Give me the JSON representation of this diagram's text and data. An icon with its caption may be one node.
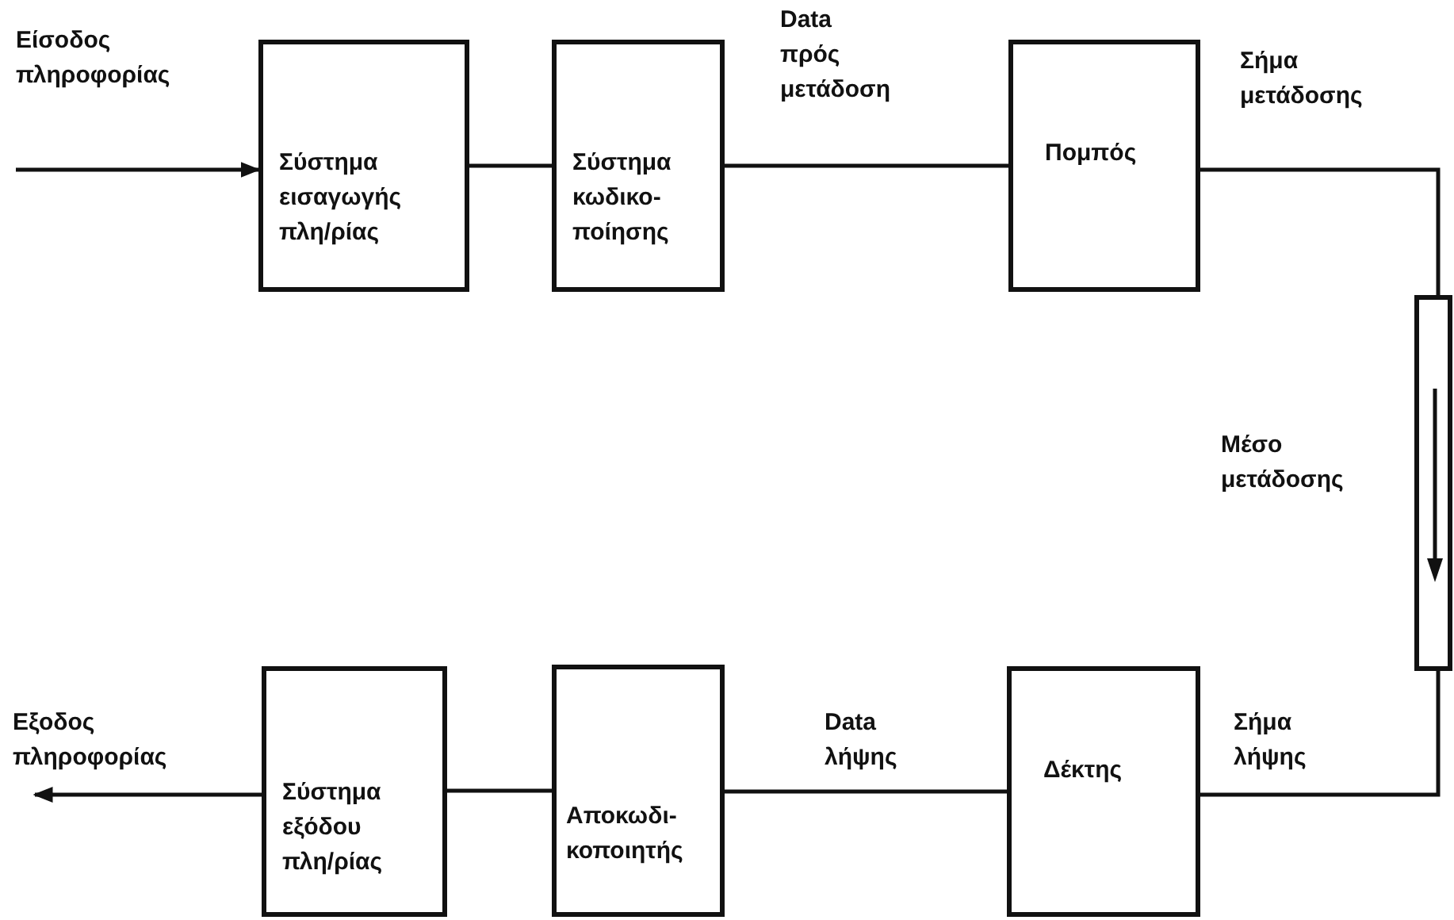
{
  "diagram": {
    "nodes": [
      {
        "text": [
          "Σύστημα εισαγωγής πλη/ρίας"
        ]
      },
      {
        "text": [
          "Σύστημα κωδικο- ποίησης"
        ]
      },
      {
        "text": [
          "Πομπός"
        ]
      },
      {
        "text": [],
        "shape": "box",
        "beside": [
          "Μέσο μετάδοσης"
        ]
      },
      {
        "text": [
          "Σύστημα εξόδου πλη/ρίας"
        ]
      },
      {
        "text": [
          "Αποκωδι- κοποιητής"
        ]
      },
      {
        "text": [
          "Δέκτης"
        ]
      }
    ],
    "edges": [
      {
        "from": null,
        "to": 0,
        "arrow": "to",
        "label": "Είσοδος πληροφορίας"
      },
      {
        "from": 0,
        "to": 1,
        "arrow": "none"
      },
      {
        "from": 1,
        "to": 2,
        "arrow": "none",
        "label": "Data πρός μετάδοση"
      },
      {
        "from": 2,
        "to": 3,
        "arrow": "none",
        "label": "Σήμα μετάδοσης"
      },
      {
        "from": 3,
        "to": 6,
        "arrow": "none",
        "label": "Σήμα λήψης"
      },
      {
        "from": 6,
        "to": 5,
        "arrow": "none",
        "label": "Data λήψης"
      },
      {
        "from": 5,
        "to": 4,
        "arrow": "none"
      },
      {
        "from": 4,
        "to": null,
        "arrow": "to",
        "label": "Εξοδος πληροφορίας"
      }
    ]
  }
}
